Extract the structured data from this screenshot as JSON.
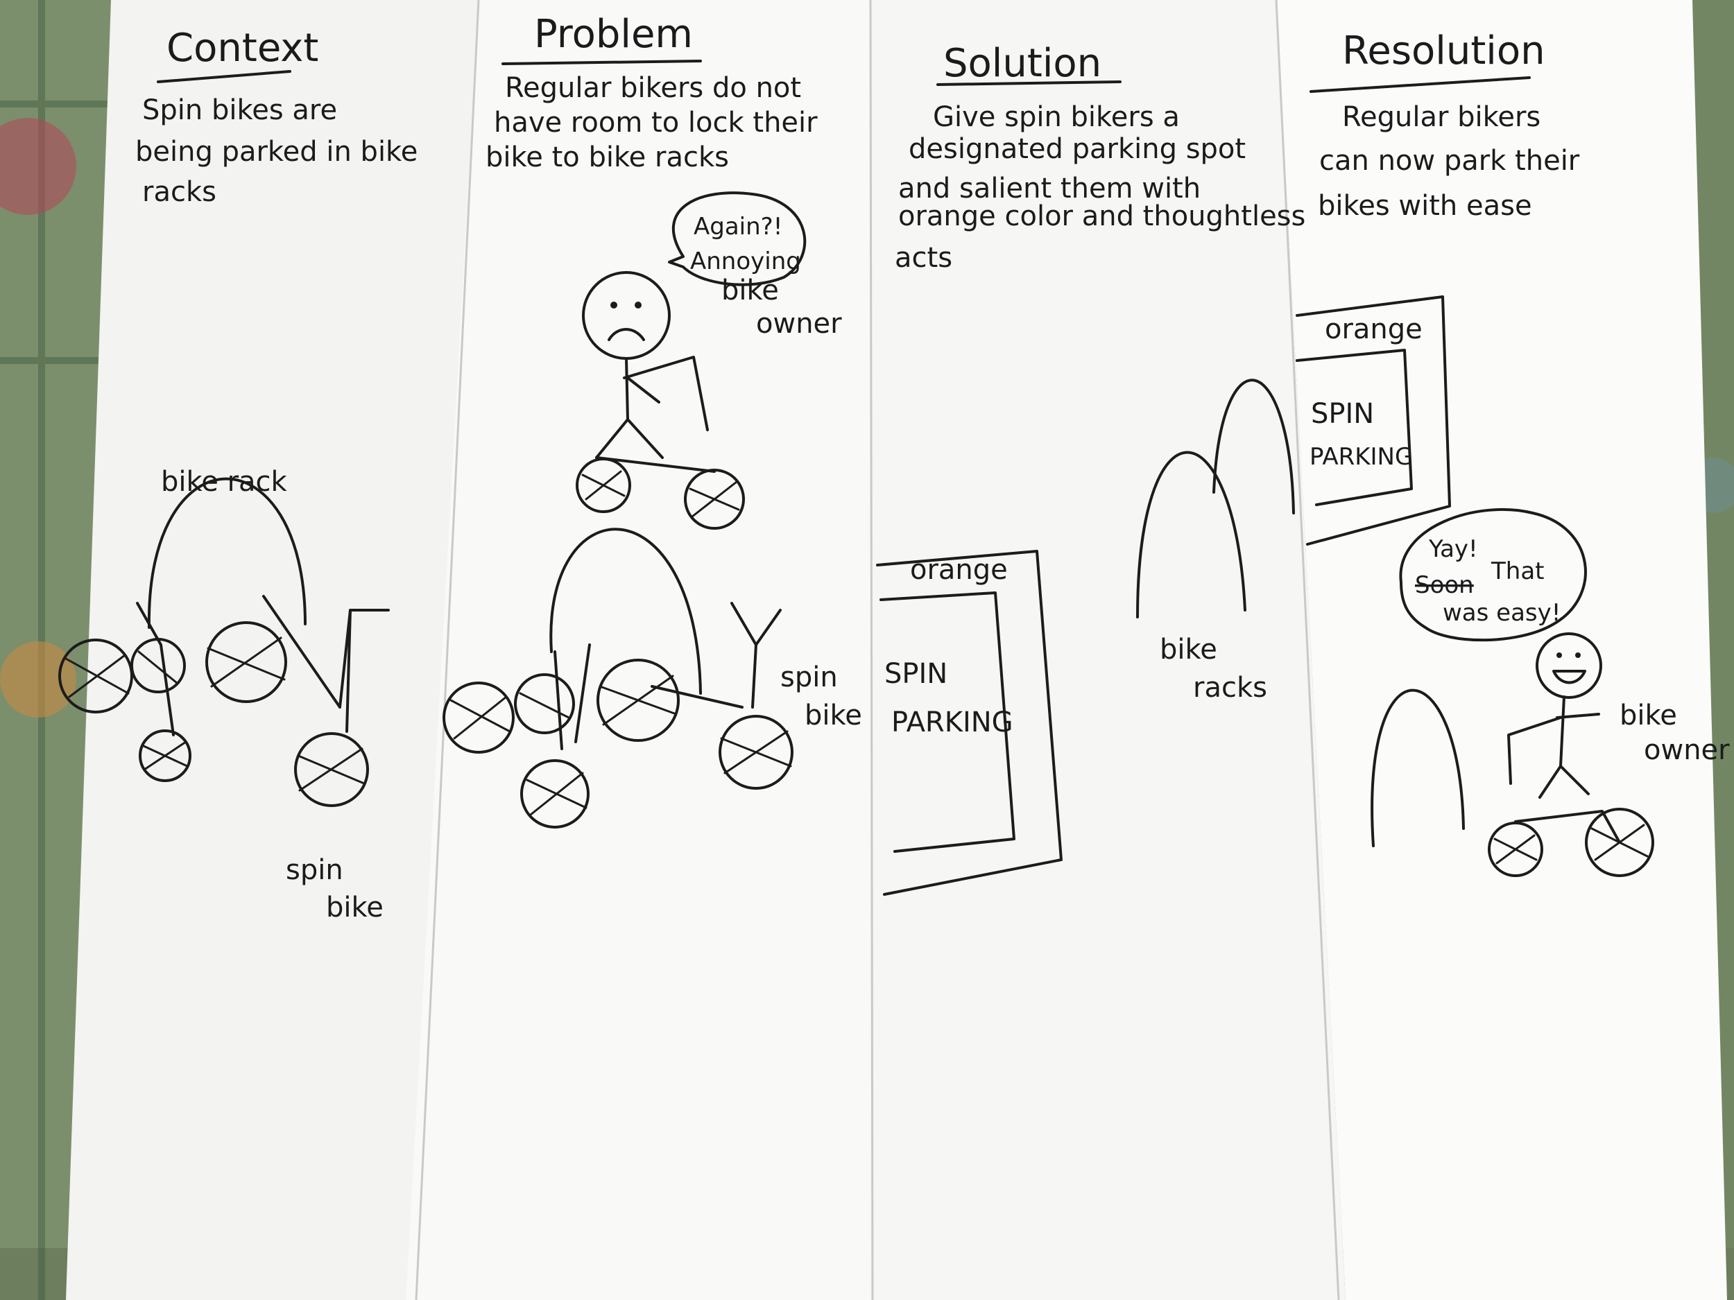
{
  "panels": [
    {
      "title": "Context",
      "lines": [
        "Spin bikes are",
        "being parked in bike",
        "racks"
      ],
      "labels": {
        "rack": "bike rack",
        "bike": [
          "spin",
          "bike"
        ]
      }
    },
    {
      "title": "Problem",
      "lines": [
        "Regular bikers do not",
        "have room to lock their",
        "bike to bike racks"
      ],
      "speech": [
        "Again?!",
        "Annoying"
      ],
      "labels": {
        "owner": [
          "bike",
          "owner"
        ],
        "bike": [
          "spin",
          "bike"
        ]
      }
    },
    {
      "title": "Solution",
      "lines": [
        "Give spin bikers a",
        "designated parking spot",
        "and salient them with",
        "orange color and thoughtless",
        "acts"
      ],
      "sign": {
        "color_label": "orange",
        "text": [
          "SPIN",
          "PARKING"
        ]
      },
      "labels": {
        "racks": [
          "bike",
          "racks"
        ]
      }
    },
    {
      "title": "Resolution",
      "lines": [
        "Regular bikers",
        "can now park their",
        "bikes with ease"
      ],
      "sign": {
        "color_label": "orange",
        "text": [
          "SPIN",
          "PARKING"
        ]
      },
      "speech": [
        "Yay!",
        "That",
        "was easy!"
      ],
      "speech_crossed": "Soon",
      "labels": {
        "owner": [
          "bike",
          "owner"
        ]
      }
    }
  ],
  "colors": {
    "paper": "#f7f7f5",
    "ink": "#1c1c1c",
    "tablecloth": "#7f8c63"
  }
}
